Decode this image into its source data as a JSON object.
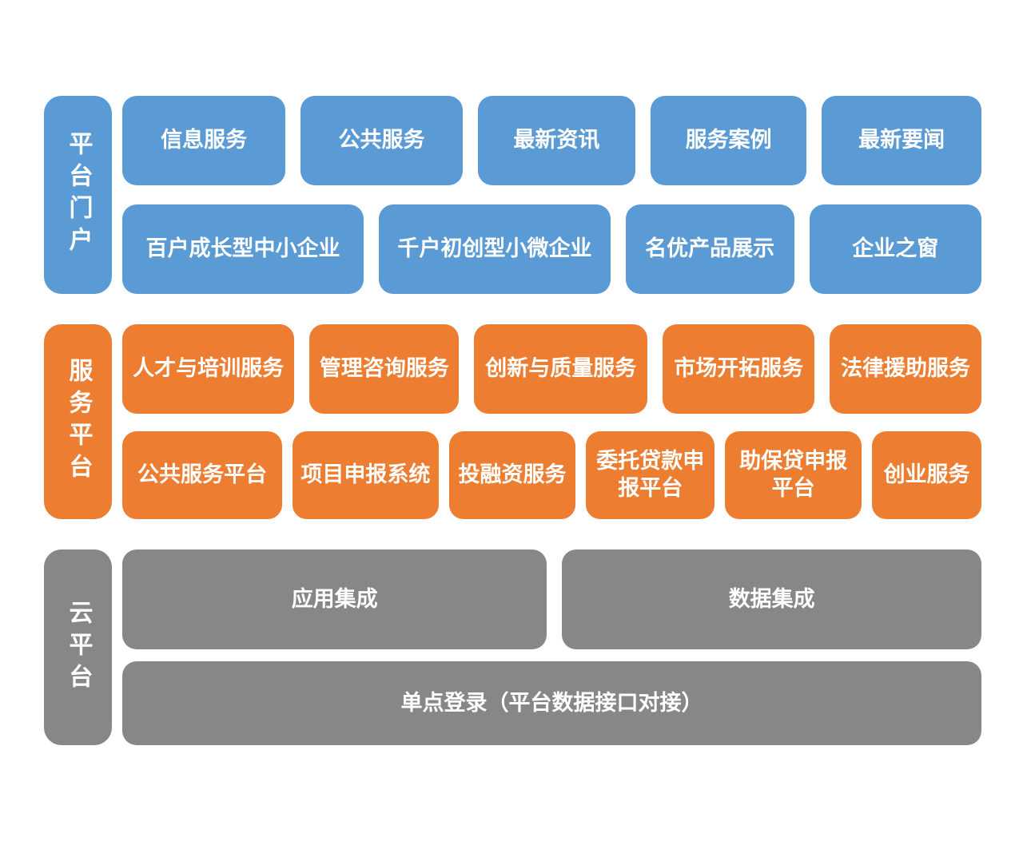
{
  "colors": {
    "portal_blue": "#5B9BD5",
    "service_orange": "#ED7D31",
    "cloud_gray": "#878787",
    "text": "#FFFFFF",
    "background": "#FFFFFF"
  },
  "sections": [
    {
      "label": "平台门户",
      "rows": [
        {
          "cells": [
            "信息服务",
            "公共服务",
            "最新资讯",
            "服务案例",
            "最新要闻"
          ]
        },
        {
          "cells": [
            "百户成长型中小企业",
            "千户初创型小微企业",
            "名优产品展示",
            "企业之窗"
          ]
        }
      ]
    },
    {
      "label": "服务平台",
      "rows": [
        {
          "cells": [
            "人才与培训服务",
            "管理咨询服务",
            "创新与质量服务",
            "市场开拓服务",
            "法律援助服务"
          ]
        },
        {
          "cells": [
            "公共服务平台",
            "项目申报系统",
            "投融资服务",
            "委托贷款申报平台",
            "助保贷申报平台",
            "创业服务"
          ]
        }
      ]
    },
    {
      "label": "云平台",
      "rows": [
        {
          "cells": [
            "应用集成",
            "数据集成"
          ]
        },
        {
          "cells": [
            "单点登录（平台数据接口对接）"
          ]
        }
      ]
    }
  ]
}
